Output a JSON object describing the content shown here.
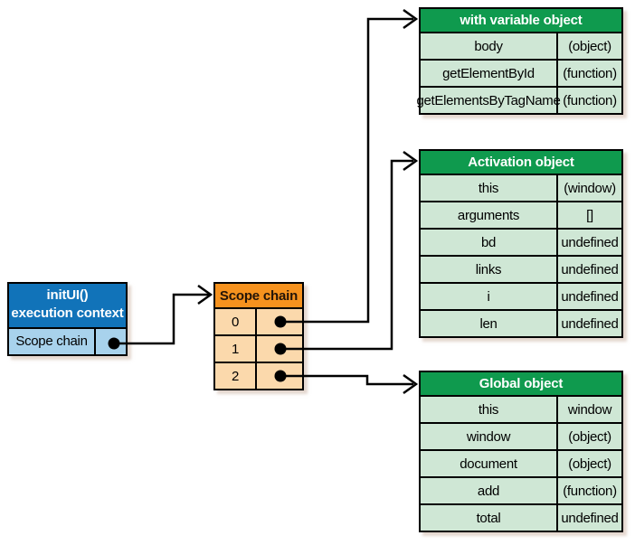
{
  "diagram": {
    "execution_context": {
      "title_line1": "initUI()",
      "title_line2": "execution context",
      "scope_chain_label": "Scope chain"
    },
    "scope_chain_table": {
      "title": "Scope chain",
      "slots": [
        {
          "index": "0"
        },
        {
          "index": "1"
        },
        {
          "index": "2"
        }
      ]
    },
    "with_variable_object": {
      "title": "with variable object",
      "rows": [
        {
          "name": "body",
          "value": "(object)"
        },
        {
          "name": "getElementById",
          "value": "(function)"
        },
        {
          "name": "getElementsByTagName",
          "value": "(function)"
        }
      ]
    },
    "activation_object": {
      "title": "Activation object",
      "rows": [
        {
          "name": "this",
          "value": "(window)"
        },
        {
          "name": "arguments",
          "value": "[]"
        },
        {
          "name": "bd",
          "value": "undefined"
        },
        {
          "name": "links",
          "value": "undefined"
        },
        {
          "name": "i",
          "value": "undefined"
        },
        {
          "name": "len",
          "value": "undefined"
        }
      ]
    },
    "global_object": {
      "title": "Global object",
      "rows": [
        {
          "name": "this",
          "value": "window"
        },
        {
          "name": "window",
          "value": "(object)"
        },
        {
          "name": "document",
          "value": "(object)"
        },
        {
          "name": "add",
          "value": "(function)"
        },
        {
          "name": "total",
          "value": "undefined"
        }
      ]
    },
    "colors": {
      "green_header": "#0f9a4e",
      "green_row": "#cfe7d5",
      "blue_header": "#1173b9",
      "blue_row": "#a8d2ec",
      "orange_header": "#f6921e",
      "orange_row": "#fbd9ac",
      "connector_line": "#000000"
    }
  }
}
